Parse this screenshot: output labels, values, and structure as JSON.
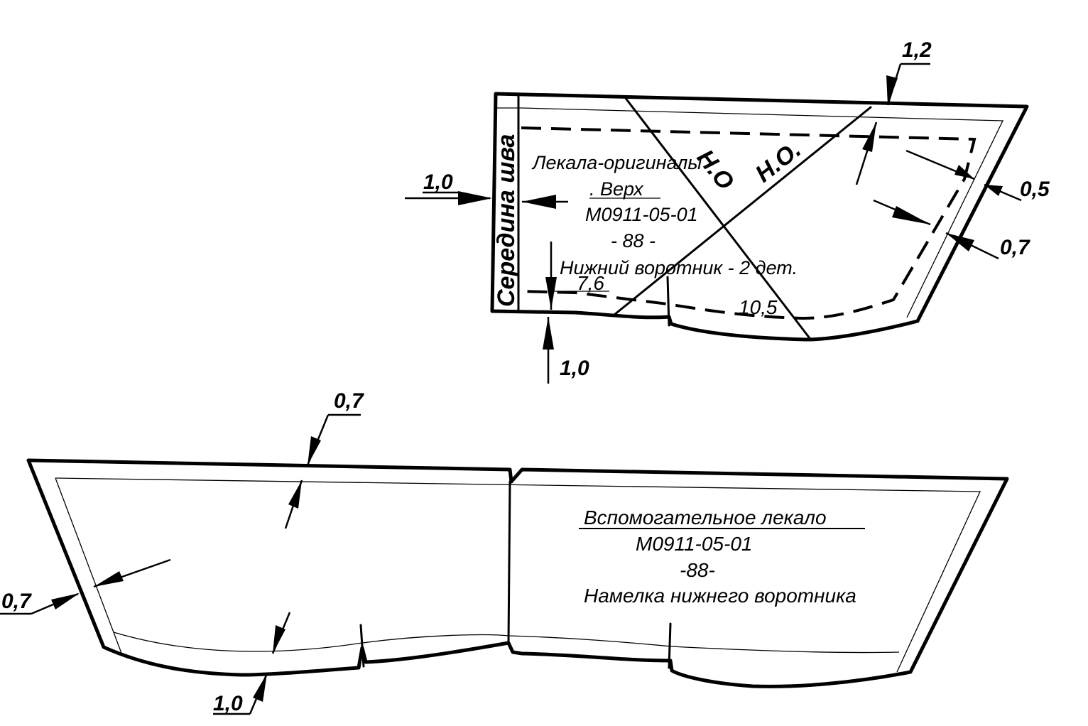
{
  "pattern_top": {
    "title": "Лекала-оригиналы",
    "section": ". Верх",
    "code": "М0911-05-01",
    "size": "- 88 -",
    "piece": "Нижний воротник - 2 дет.",
    "fold_label": "Середина шва",
    "grain_label_1": "Н.О.",
    "grain_label_2": "Н.О",
    "dims": {
      "left": "1,0",
      "bottom": "1,0",
      "top_right": "1,2",
      "right_upper": "0,5",
      "right_lower": "0,7",
      "inner_width": "7,6",
      "inner_length": "10,5"
    }
  },
  "pattern_bottom": {
    "title": "Вспомогательное лекало",
    "code": "М0911-05-01",
    "size": "-88-",
    "piece": "Намелка нижнего воротника",
    "dims": {
      "top": "0,7",
      "left": "0,7",
      "bottom": "1,0"
    }
  }
}
